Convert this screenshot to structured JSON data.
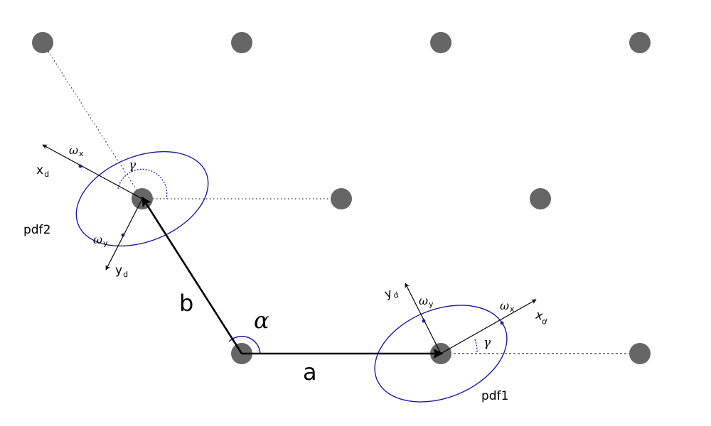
{
  "colors": {
    "lattice_point": "#666666",
    "ellipse": "#1a1aaa",
    "vector": "#000000"
  },
  "labels": {
    "vector_a": "a",
    "vector_b": "b",
    "alpha": "α",
    "pdf1": "pdf1",
    "pdf2": "pdf2",
    "pdf1_gamma": "γ",
    "pdf2_gamma": "γ",
    "pdf1_xd": "x",
    "pdf1_xd_sub": "d",
    "pdf1_yd": "y",
    "pdf1_yd_sub": "d",
    "pdf2_xd": "x",
    "pdf2_xd_sub": "d",
    "pdf2_yd": "y",
    "pdf2_yd_sub": "d",
    "pdf1_wx": "ω",
    "pdf1_wx_sub": "x",
    "pdf1_wy": "ω",
    "pdf1_wy_sub": "y",
    "pdf2_wx": "ω",
    "pdf2_wx_sub": "x",
    "pdf2_wy": "ω",
    "pdf2_wy_sub": "y"
  }
}
